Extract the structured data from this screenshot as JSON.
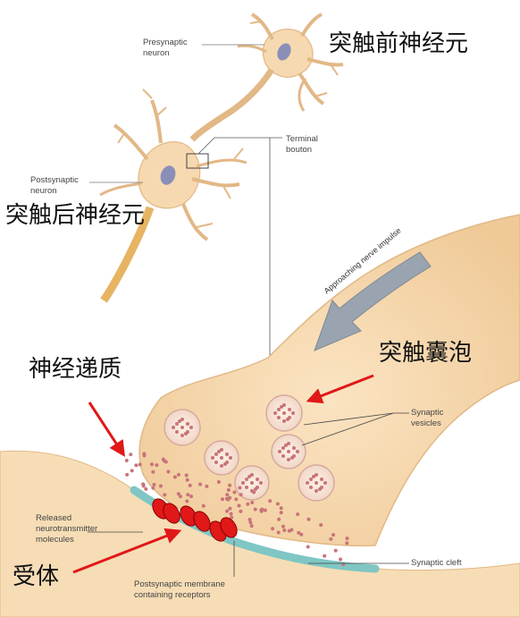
{
  "labels": {
    "presynaptic_neuron": "Presynaptic\nneuron",
    "postsynaptic_neuron": "Postsynaptic\nneuron",
    "terminal_bouton": "Terminal\nbouton",
    "approaching_impulse": "Approaching nerve impulse",
    "synaptic_vesicles": "Synaptic\nvesicles",
    "released_molecules": "Released\nneurotransmitter\nmolecules",
    "synaptic_cleft": "Synaptic cleft",
    "postsynaptic_membrane": "Postsynaptic membrane\ncontaining receptors"
  },
  "chinese_labels": {
    "presynaptic_neuron": "突触前神经元",
    "postsynaptic_neuron": "突触后神经元",
    "synaptic_vesicle": "突触囊泡",
    "neurotransmitter": "神经递质",
    "receptor": "受体"
  },
  "colors": {
    "neuron_fill": "#f6d9b0",
    "neuron_stroke": "#e2b886",
    "nucleus": "#8a8fb8",
    "vesicle_dot": "#c9737a",
    "membrane_receptor": "#7fc6c4",
    "highlight_receptor": "#e01818",
    "arrow_red": "#e01818",
    "impulse_arrow": "#9aa4b0"
  }
}
